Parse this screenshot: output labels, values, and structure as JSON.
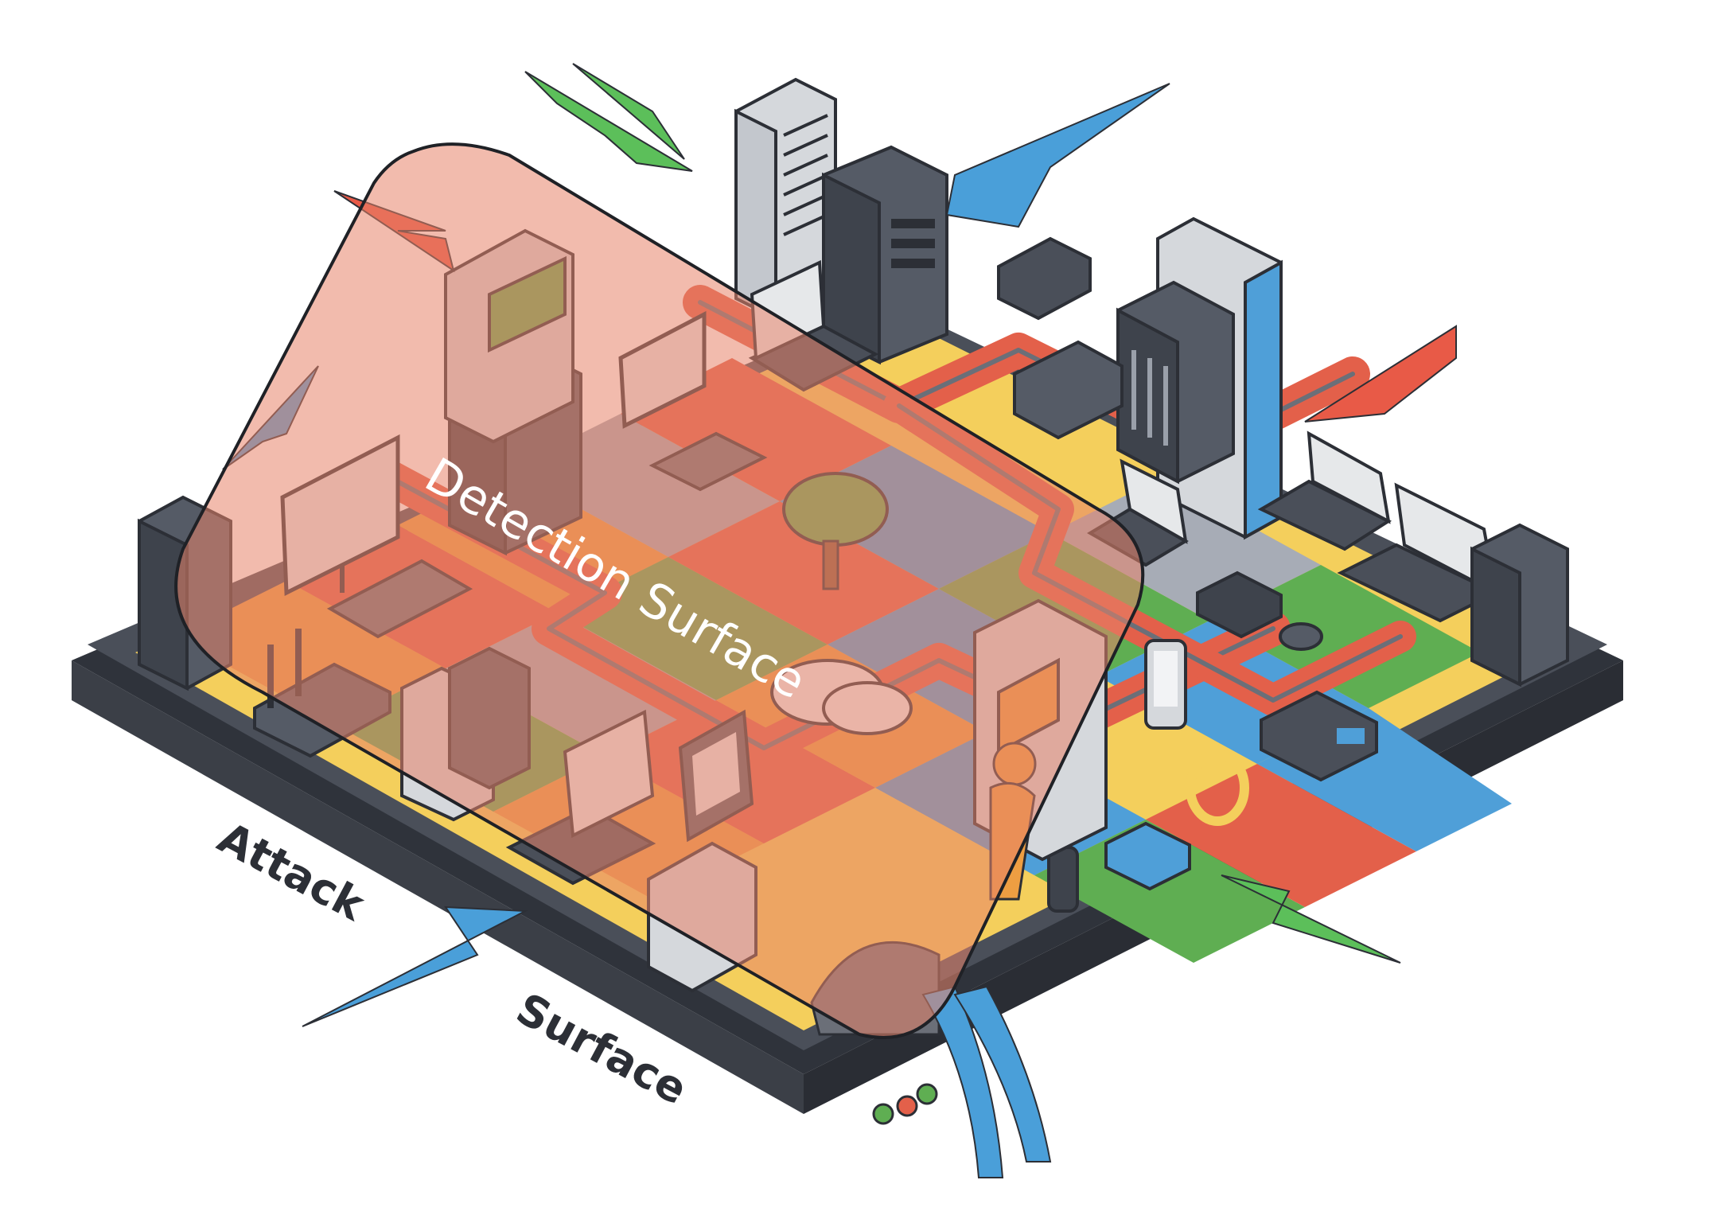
{
  "labels": {
    "detection": "Detection Surface",
    "attack": "Attack",
    "surface": "Surface"
  },
  "colors": {
    "platform": "#4a4f59",
    "platform_edge": "#2f333b",
    "tile_red": "#e3604a",
    "tile_orange": "#ee9e42",
    "tile_yellow": "#f4cf5c",
    "tile_green": "#5fae52",
    "tile_blue": "#4f9fd8",
    "tile_gray": "#a7acb6",
    "detection_overlay": "#e8846a",
    "arrow_green": "#5cbf5a",
    "arrow_blue": "#4a9fd9",
    "arrow_red": "#e85a47"
  },
  "icons": [
    "server-rack-icon",
    "tower-pc-icon",
    "desktop-monitor-icon",
    "laptop-icon",
    "router-icon",
    "network-switch-icon",
    "tablet-icon",
    "smartphone-icon",
    "cloud-icon",
    "tree-icon",
    "person-icon",
    "robot-icon",
    "mouse-icon",
    "status-led-icon"
  ]
}
